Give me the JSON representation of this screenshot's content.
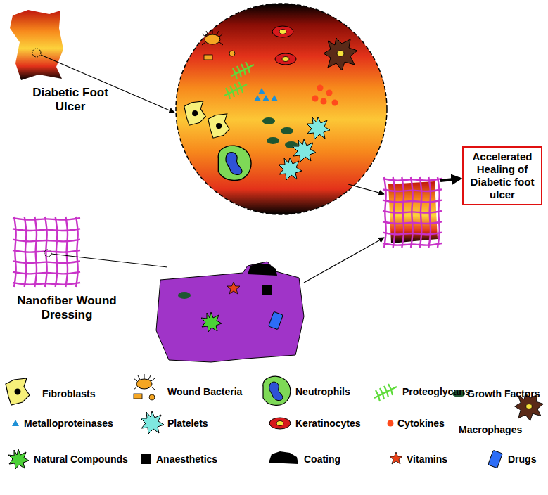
{
  "diagram": {
    "nodes": [
      {
        "text": [
          "Diabetic Foot Ulcer"
        ]
      },
      {
        "text": [
          "Accelerated Healing of Diabetic foot ulcer"
        ]
      },
      {
        "text": [
          "Nanofiber Wound Dressing"
        ]
      }
    ],
    "legend": [
      {
        "text": "Fibroblasts"
      },
      {
        "text": "Wound Bacteria"
      },
      {
        "text": "Neutrophils"
      },
      {
        "text": "Proteoglycans"
      },
      {
        "text": "Growth Factors"
      },
      {
        "text": "Metalloproteinases"
      },
      {
        "text": "Platelets"
      },
      {
        "text": "Keratinocytes"
      },
      {
        "text": "Cytokines"
      },
      {
        "text": "Macrophages"
      },
      {
        "text": "Natural Compounds"
      },
      {
        "text": "Anaesthetics"
      },
      {
        "text": "Coating"
      },
      {
        "text": "Vitamins"
      },
      {
        "text": "Drugs"
      }
    ]
  }
}
